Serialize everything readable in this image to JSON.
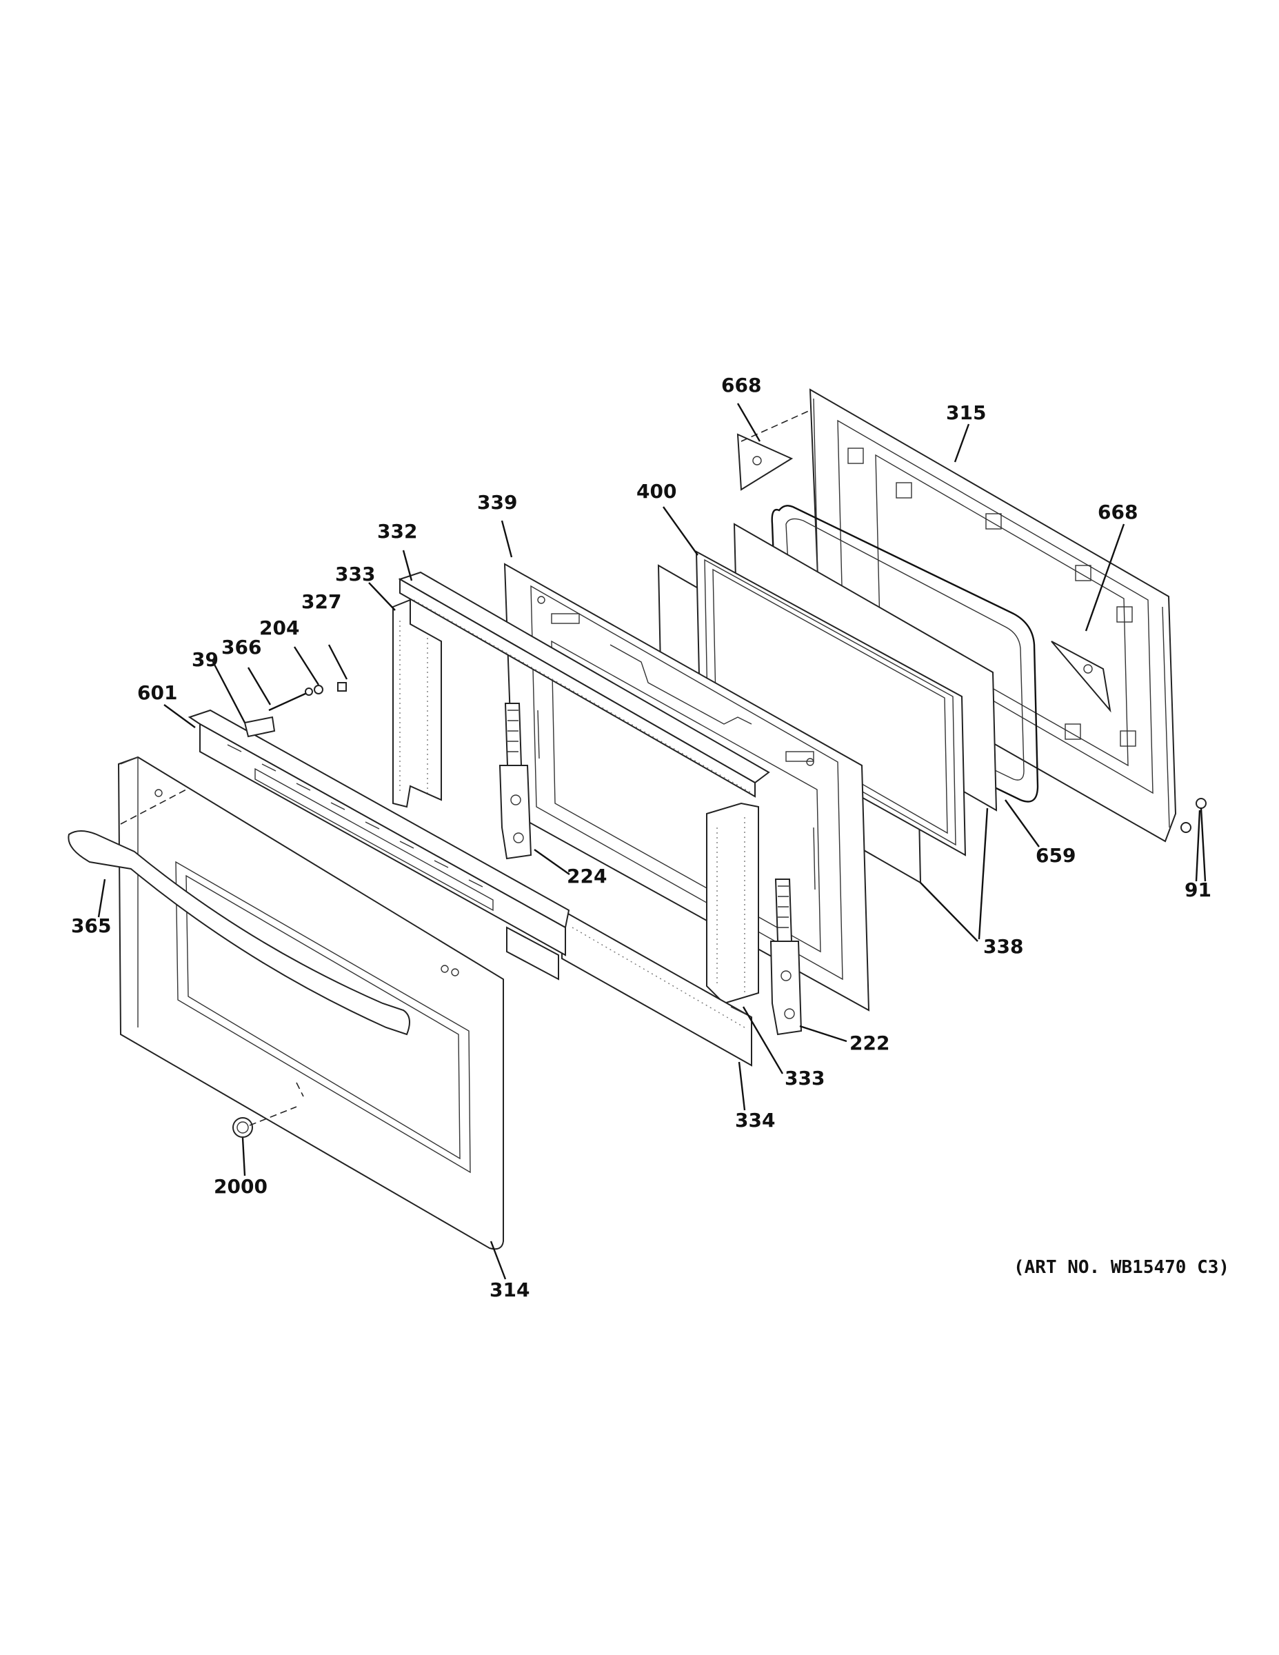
{
  "art_number": "(ART NO. WB15470 C3)",
  "callouts": [
    {
      "id": "668a",
      "text": "668"
    },
    {
      "id": "315",
      "text": "315"
    },
    {
      "id": "668b",
      "text": "668"
    },
    {
      "id": "339",
      "text": "339"
    },
    {
      "id": "400",
      "text": "400"
    },
    {
      "id": "332",
      "text": "332"
    },
    {
      "id": "333a",
      "text": "333"
    },
    {
      "id": "327",
      "text": "327"
    },
    {
      "id": "204",
      "text": "204"
    },
    {
      "id": "366",
      "text": "366"
    },
    {
      "id": "39",
      "text": "39"
    },
    {
      "id": "601",
      "text": "601"
    },
    {
      "id": "224",
      "text": "224"
    },
    {
      "id": "659",
      "text": "659"
    },
    {
      "id": "91",
      "text": "91"
    },
    {
      "id": "365",
      "text": "365"
    },
    {
      "id": "338",
      "text": "338"
    },
    {
      "id": "222",
      "text": "222"
    },
    {
      "id": "333b",
      "text": "333"
    },
    {
      "id": "334",
      "text": "334"
    },
    {
      "id": "2000",
      "text": "2000"
    },
    {
      "id": "314",
      "text": "314"
    }
  ]
}
